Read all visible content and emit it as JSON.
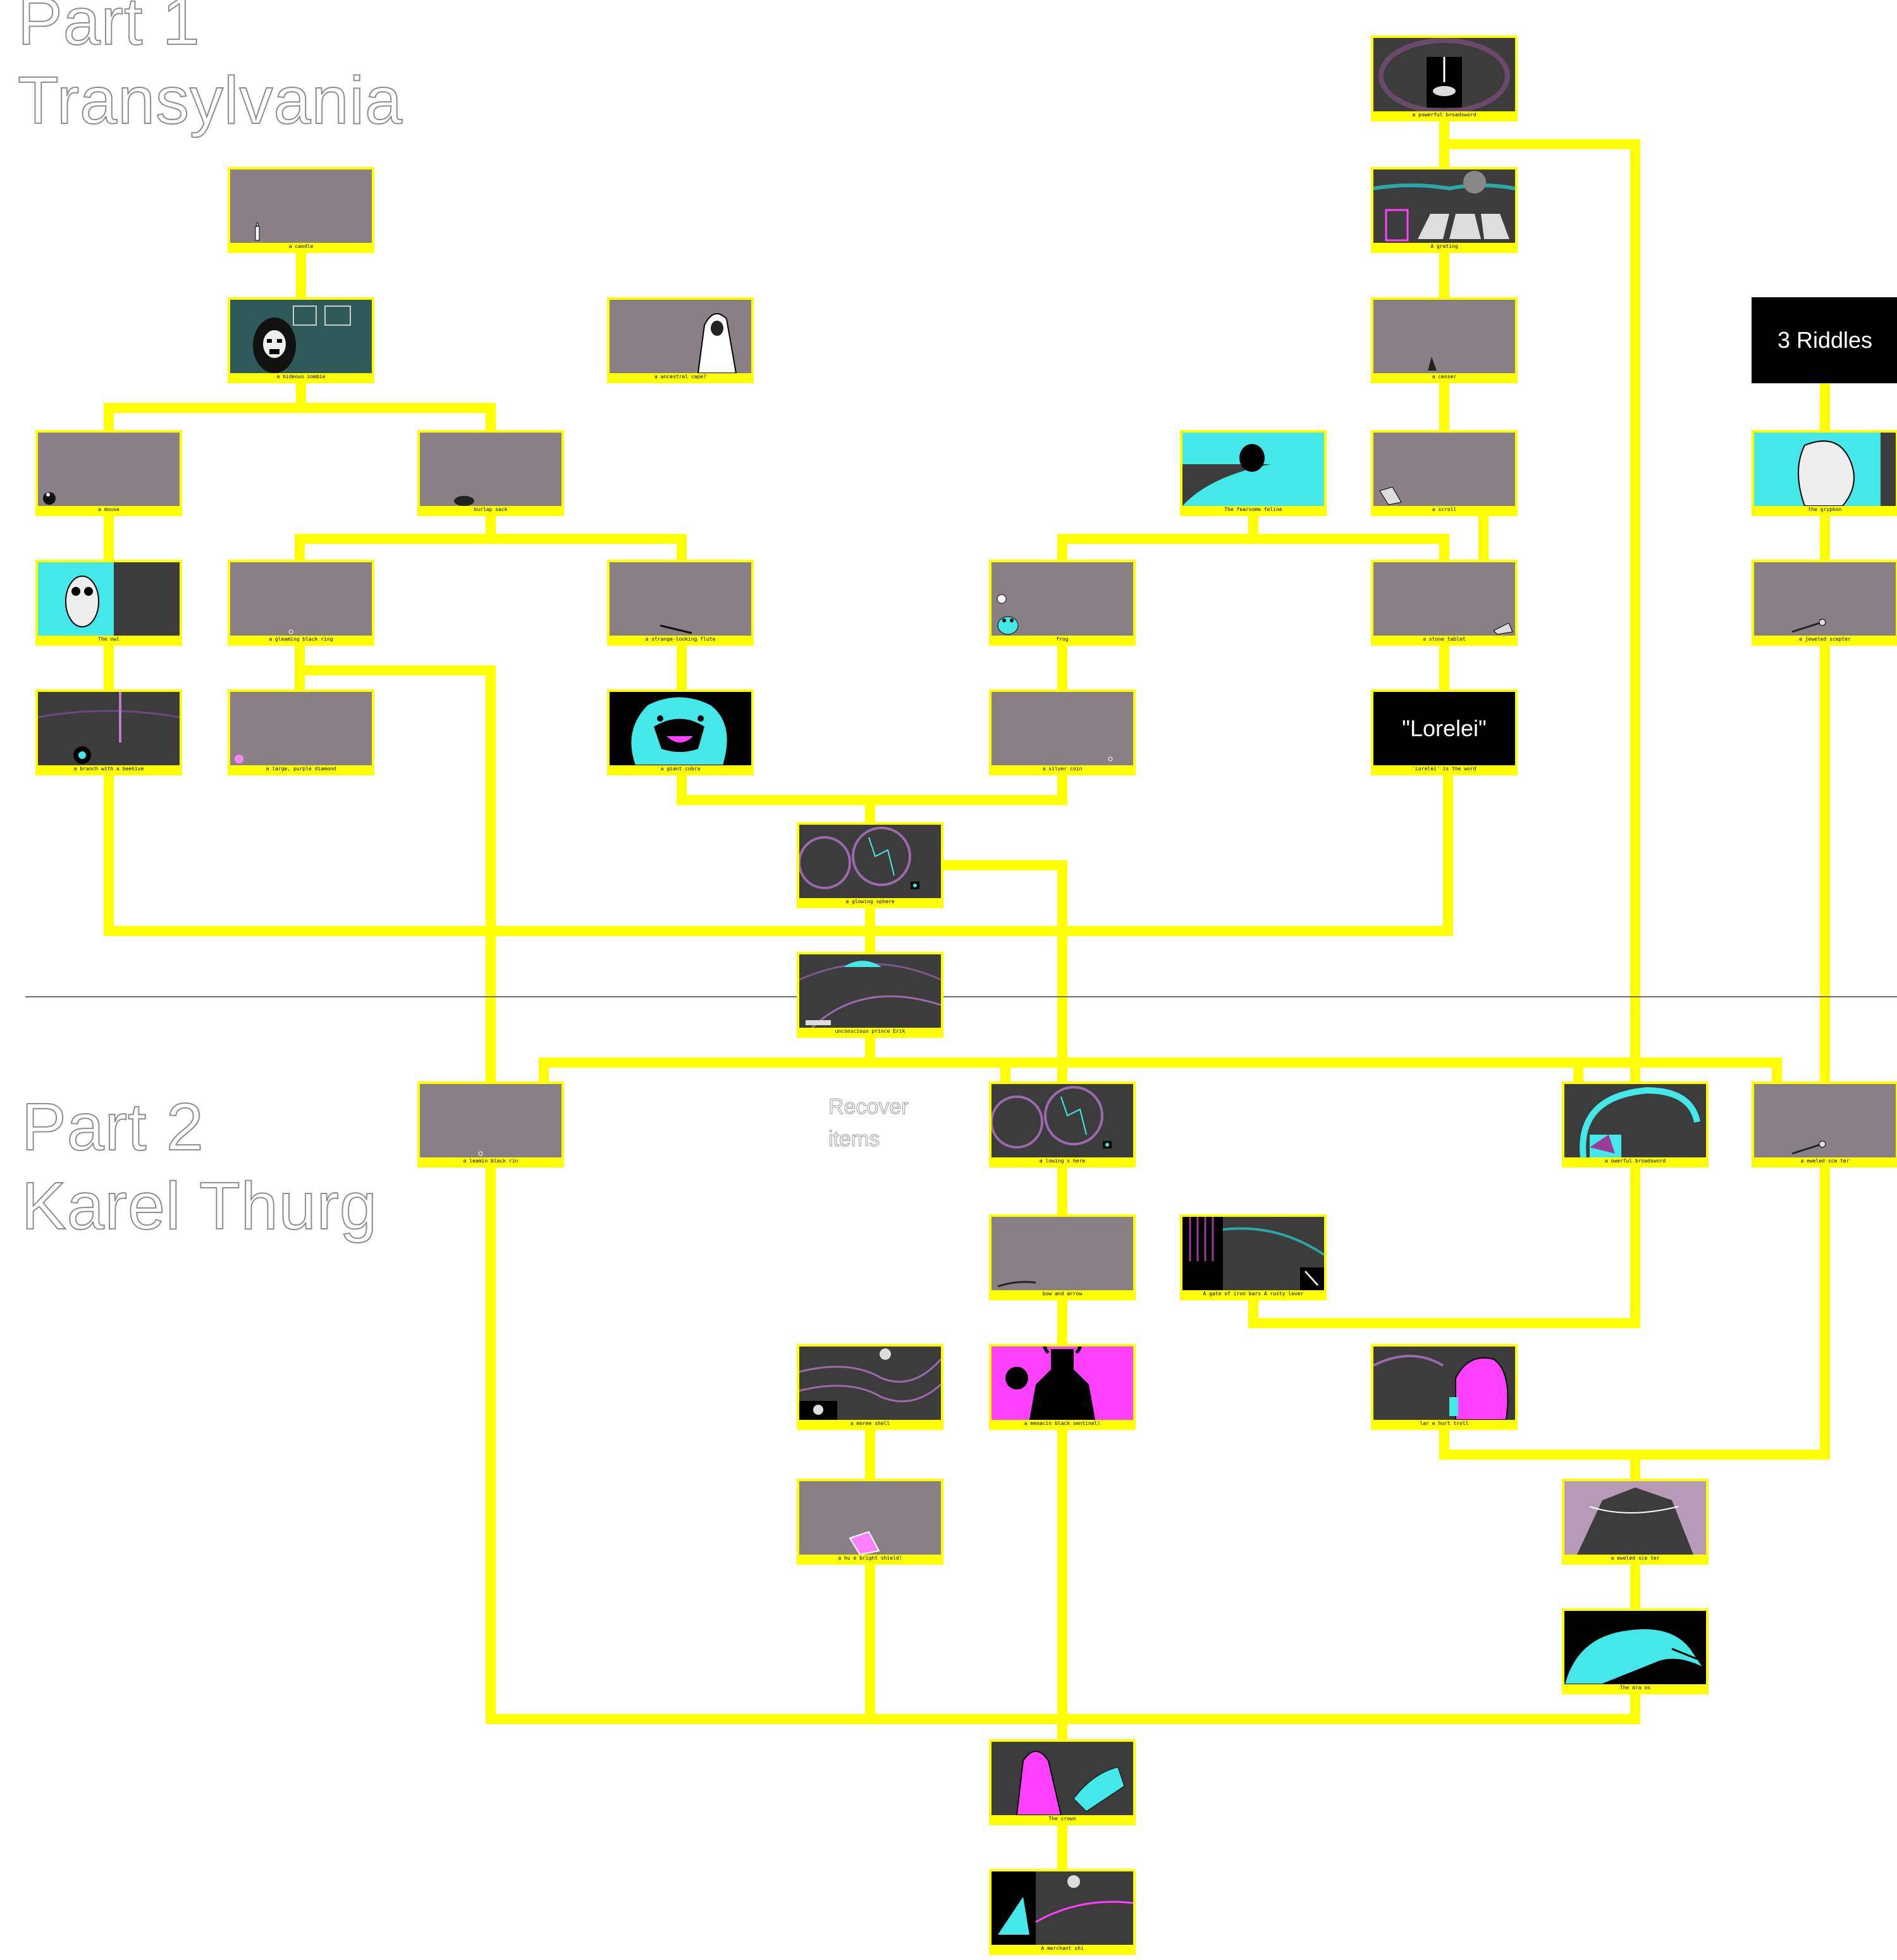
{
  "titles": {
    "part1": "Part 1",
    "part1_name": "Transylvania",
    "part2": "Part 2",
    "part2_name": "Karel Thurg",
    "recover_line1": "Recover",
    "recover_line2": "items"
  },
  "colors": {
    "connector": "#ffff00",
    "panel_gray": "#888085",
    "panel_dark": "#3c3c3c",
    "cyan": "#44e8e8",
    "magenta": "#ff40ff"
  },
  "nodes": {
    "candle": "a candle",
    "zombie": "a hideous zombie",
    "ancestral": "a ancestral cape?",
    "mouse": "a mouse",
    "burlap": "burlap sack",
    "owl": "The owl",
    "ring": "a gleaming black ring",
    "flute": "a strange-looking flute",
    "branch": "a branch with a beehive",
    "diamond": "a large, purple diamond",
    "cobra": "a giant cobra",
    "frog": "frog",
    "silvercoin": "a silver coin",
    "sphere": "a glowing sphere",
    "erik": "unconscious prince Erik",
    "broadsword_top": "a powerful broadsword",
    "grating": "A grating",
    "censer": "a censer",
    "feline": "The fearsome feline",
    "scroll": "a scroll",
    "tablet": "a stone tablet",
    "lorelei": "'Lorelei' is the word",
    "gryphon": "the gryphon",
    "scepter": "a jeweled scepter",
    "blackpin": "a  leamin  black rin",
    "glowing2": "a  lowing s here",
    "broadsword2": "a  owerful broadsword",
    "scepter2": "a  eweled sce ter",
    "bow": "bow and arrow",
    "gate": "A gate of iron bars   A rusty lever",
    "moreeshell": "a moree shell",
    "sentinel": "a menacin  black sentinel!",
    "troll": "lar e  hurt  troll",
    "shield": "a hu e bright shield!",
    "scepter3": "a  eweled sce ter",
    "dragon": "The dra on",
    "crown": "The crown",
    "merchant": "A merchant shi"
  },
  "boxes": {
    "riddles": "3 Riddles",
    "lorelei_word": "\"Lorelei\""
  }
}
